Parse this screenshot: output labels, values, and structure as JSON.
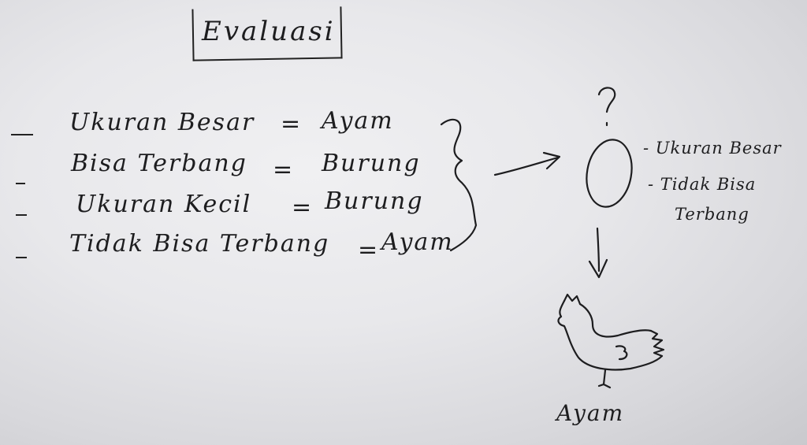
{
  "title": "Evaluasi",
  "rules": [
    {
      "condition": "Ukuran Besar",
      "equals": "=",
      "result": "Ayam"
    },
    {
      "condition": "Bisa Terbang",
      "equals": "=",
      "result": "Burung"
    },
    {
      "condition": "Ukuran Kecil",
      "equals": "=",
      "result": "Burung"
    },
    {
      "condition": "Tidak Bisa Terbang",
      "equals": "=",
      "result": "Ayam"
    }
  ],
  "unknown": {
    "mark": "?",
    "features": [
      "- Ukuran Besar",
      "- Tidak Bisa",
      "Terbang"
    ]
  },
  "conclusion": "Ayam"
}
